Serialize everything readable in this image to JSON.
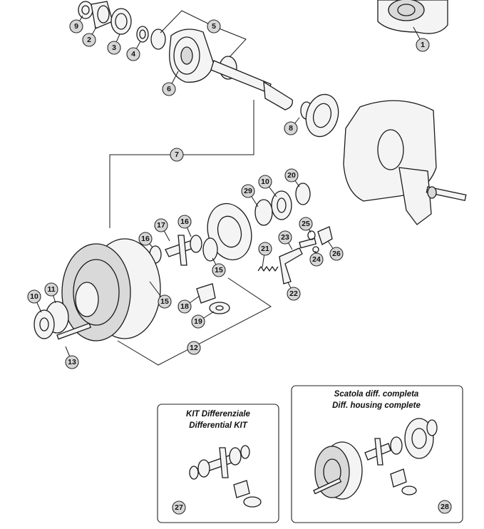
{
  "callouts": {
    "p1": "1",
    "p2": "2",
    "p3": "3",
    "p4": "4",
    "p5": "5",
    "p6": "6",
    "p7": "7",
    "p8": "8",
    "p9": "9",
    "p10a": "10",
    "p10b": "10",
    "p11": "11",
    "p12": "12",
    "p13": "13",
    "p15a": "15",
    "p15b": "15",
    "p16a": "16",
    "p16b": "16",
    "p17": "17",
    "p18": "18",
    "p19": "19",
    "p20": "20",
    "p21": "21",
    "p22": "22",
    "p23": "23",
    "p24": "24",
    "p25": "25",
    "p26": "26",
    "p27": "27",
    "p28": "28",
    "p29": "29"
  },
  "kit_differential": {
    "title_line1": "KIT Differenziale",
    "title_line2": "Differential KIT"
  },
  "diff_housing_complete": {
    "title_line1": "Scatola diff. completa",
    "title_line2": "Diff. housing complete"
  }
}
